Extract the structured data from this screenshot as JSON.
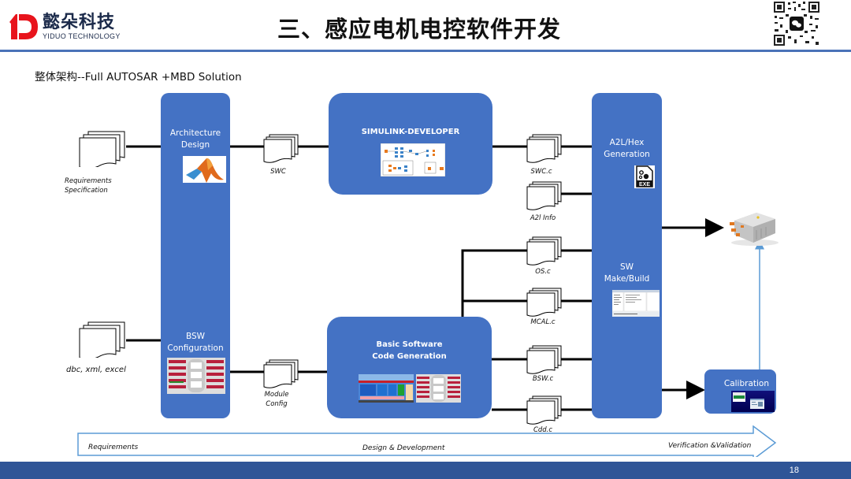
{
  "header": {
    "logo_cn": "懿朵科技",
    "logo_en": "YIDUO TECHNOLOGY",
    "title": "三、感应电机电控软件开发",
    "qr_icon": "wechat-qr-code-icon"
  },
  "subtitle": "整体架构--Full AUTOSAR +MBD Solution",
  "inputs": [
    {
      "caption_line1": "Requirements",
      "caption_line2": "Specification"
    },
    {
      "caption_line1": "dbc, xml, excel",
      "caption_line2": ""
    }
  ],
  "blocks": {
    "architecture": {
      "line1": "Architecture",
      "line2": "Design",
      "icon": "matlab-logo-icon"
    },
    "bsw_config": {
      "line1": "BSW",
      "line2": "Configuration"
    },
    "simulink": {
      "label": "SIMULINK-DEVELOPER"
    },
    "bsw_codegen": {
      "line1": "Basic Software",
      "line2": "Code Generation"
    },
    "a2l_hex": {
      "line1": "A2L/Hex",
      "line2": "Generation",
      "icon": "exe-file-icon"
    },
    "sw_build": {
      "line1": "SW",
      "line2": "Make/Build"
    },
    "calibration": {
      "label": "Calibration"
    }
  },
  "artifacts": {
    "swc": "SWC",
    "module_config_1": "Module",
    "module_config_2": "Config",
    "swc_c": "SWC.c",
    "a2l_info": "A2l Info",
    "os_c": "OS.c",
    "mcal_c": "MCAL.c",
    "bsw_c": "BSW.c",
    "cdd_c": "Cdd.c"
  },
  "target": {
    "icon": "motor-controller-ecu-icon"
  },
  "timeline": {
    "phase1": "Requirements",
    "phase2": "Design & Development",
    "phase3": "Verification &Validation"
  },
  "footer": {
    "page_number": "18"
  },
  "colors": {
    "block_blue": "#4472c4",
    "header_line": "#4a72b8",
    "footer_blue": "#2f5597",
    "arrow_light_blue": "#5b9bd5",
    "logo_red": "#e8141c"
  }
}
